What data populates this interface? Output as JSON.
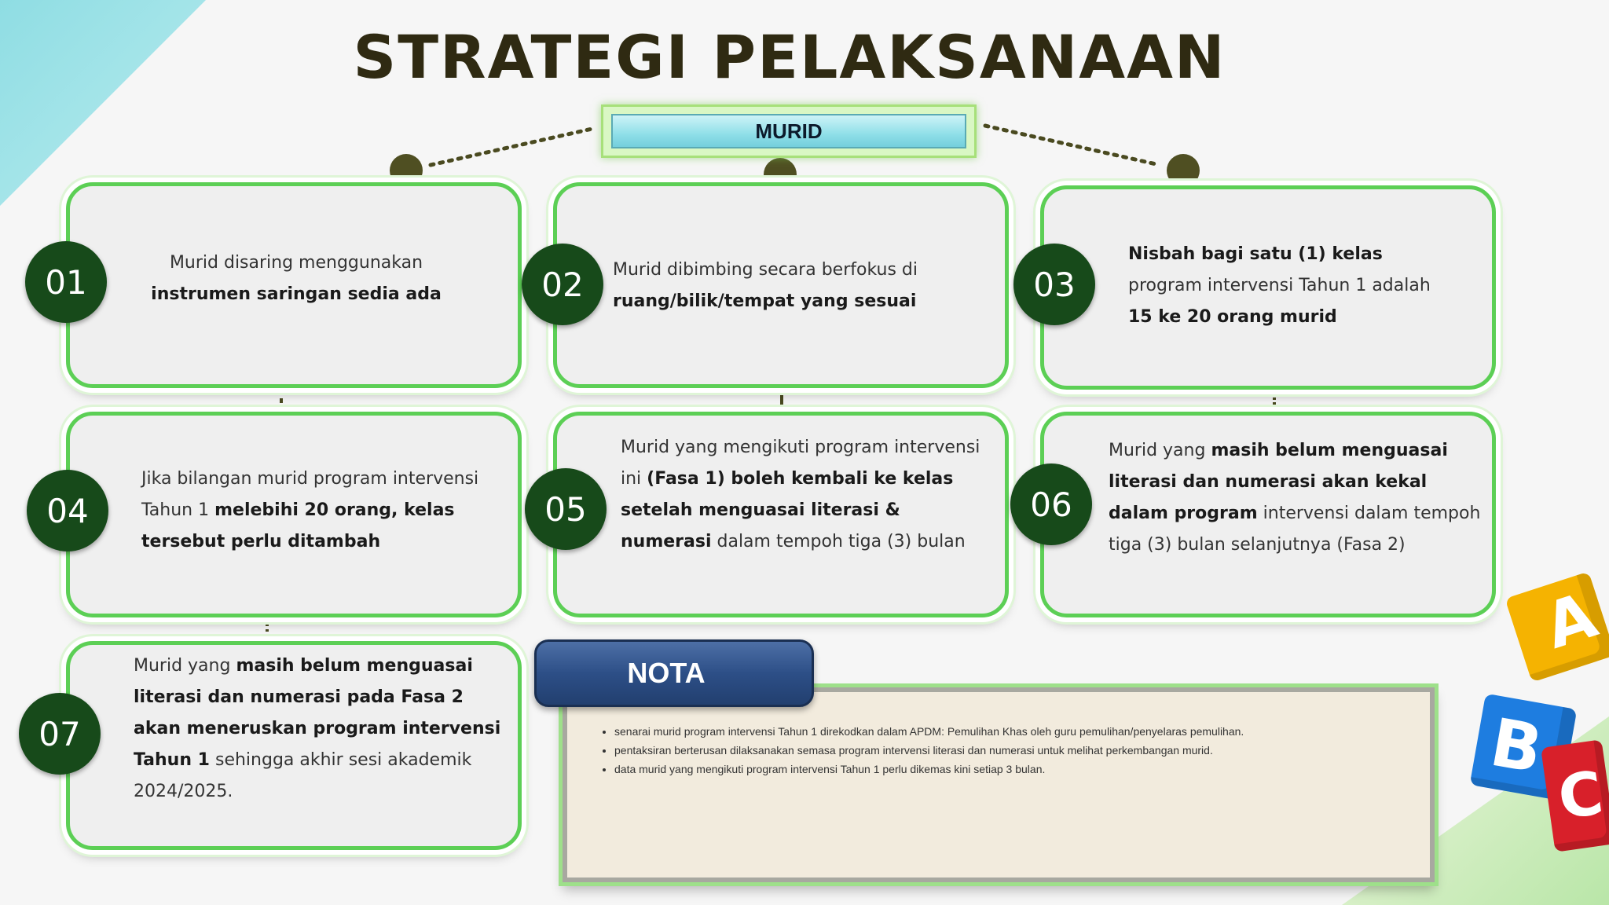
{
  "title": "STRATEGI PELAKSANAAN",
  "header_box": "MURID",
  "cards": [
    {
      "number": "01",
      "segments": [
        [
          "Murid disaring menggunakan ",
          false
        ],
        [
          "instrumen saringan sedia ada",
          true
        ]
      ]
    },
    {
      "number": "02",
      "segments": [
        [
          "Murid dibimbing secara berfokus di ",
          false
        ],
        [
          "ruang/bilik/tempat yang sesuai",
          true
        ]
      ]
    },
    {
      "number": "03",
      "segments": [
        [
          "Nisbah bagi satu (1) kelas",
          true
        ],
        [
          " program intervensi Tahun 1 adalah ",
          false
        ],
        [
          "15 ke 20 orang murid",
          true
        ]
      ]
    },
    {
      "number": "04",
      "segments": [
        [
          "Jika bilangan murid program intervensi Tahun 1 ",
          false
        ],
        [
          "melebihi 20 orang, kelas tersebut perlu ditambah",
          true
        ]
      ]
    },
    {
      "number": "05",
      "segments": [
        [
          "Murid yang mengikuti program intervensi ini ",
          false
        ],
        [
          "(Fasa 1) boleh kembali ke kelas setelah menguasai literasi & numerasi",
          true
        ],
        [
          " dalam tempoh tiga (3) bulan",
          false
        ]
      ]
    },
    {
      "number": "06",
      "segments": [
        [
          "Murid yang ",
          false
        ],
        [
          "masih belum menguasai literasi dan numerasi akan kekal dalam program",
          true
        ],
        [
          " intervensi  dalam tempoh tiga (3) bulan selanjutnya (Fasa 2)",
          false
        ]
      ]
    },
    {
      "number": "07",
      "segments": [
        [
          "Murid yang ",
          false
        ],
        [
          "masih belum menguasai literasi dan numerasi pada Fasa 2 akan meneruskan program intervensi Tahun 1",
          true
        ],
        [
          " sehingga akhir sesi akademik 2024/2025.",
          false
        ]
      ]
    }
  ],
  "nota": {
    "label": "NOTA",
    "items": [
      "senarai murid program intervensi Tahun 1 direkodkan dalam APDM: Pemulihan Khas oleh guru pemulihan/penyelaras pemulihan.",
      "pentaksiran berterusan dilaksanakan semasa program intervensi literasi dan numerasi untuk melihat perkembangan murid.",
      "data murid yang mengikuti program intervensi Tahun 1 perlu dikemas kini setiap 3 bulan."
    ]
  },
  "blocks": {
    "a": "A",
    "b": "B",
    "c": "C",
    "colors": {
      "yellow": "#f5b301",
      "blue": "#1e7de0",
      "red": "#d8202a"
    }
  },
  "colors": {
    "card_border": "#5ccf55",
    "badge": "#174a1a",
    "title": "#2f2a12",
    "nota_tab": "#2d4f87"
  }
}
